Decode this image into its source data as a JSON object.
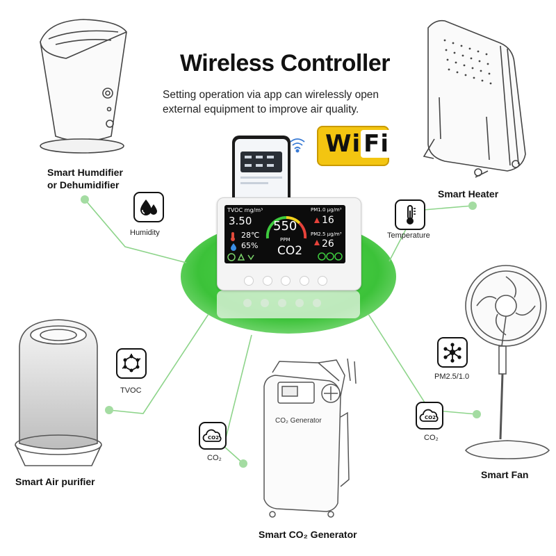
{
  "title": "Wireless Controller",
  "subtitle_line1": "Setting operation via app can wirelessly open",
  "subtitle_line2": "external equipment to improve air quality.",
  "wifi_badge": {
    "left": "Wi",
    "right": "Fi",
    "color": "#f3c511"
  },
  "devices": {
    "humidifier_line1": "Smart Humdifier",
    "humidifier_line2": "or Dehumidifier",
    "heater": "Smart Heater",
    "air_purifier": "Smart Air purifier",
    "co2_generator": "Smart CO₂ Generator",
    "fan": "Smart Fan",
    "co2_generator_panel": "CO₂ Generator"
  },
  "sensors": {
    "humidity": {
      "label": "Humidity",
      "icon": "droplets-icon"
    },
    "temperature": {
      "label": "Temperature",
      "icon": "thermometer-icon"
    },
    "tvoc": {
      "label": "TVOC",
      "icon": "molecule-icon"
    },
    "pm": {
      "label": "PM2.5/1.0",
      "icon": "network-icon"
    },
    "co2_left": {
      "label": "CO₂",
      "icon": "co2-cloud-icon"
    },
    "co2_right": {
      "label": "CO₂",
      "icon": "co2-cloud-icon"
    },
    "co2_icon_text": "CO2"
  },
  "monitor": {
    "tvoc_label": "TVOC mg/m³",
    "tvoc_value": "3.50",
    "temp_value": "28℃",
    "humidity_value": "65%",
    "co2_value": "550",
    "co2_unit": "PPM",
    "co2_label": "CO2",
    "pm10_label": "PM1.0  μg/m³",
    "pm10_value": "16",
    "pm25_label": "PM2.5  μg/m³",
    "pm25_value": "26"
  },
  "colors": {
    "green_hub": "#3fc43c",
    "line_green": "#7fcf7c",
    "node_green": "#9ad99a"
  }
}
